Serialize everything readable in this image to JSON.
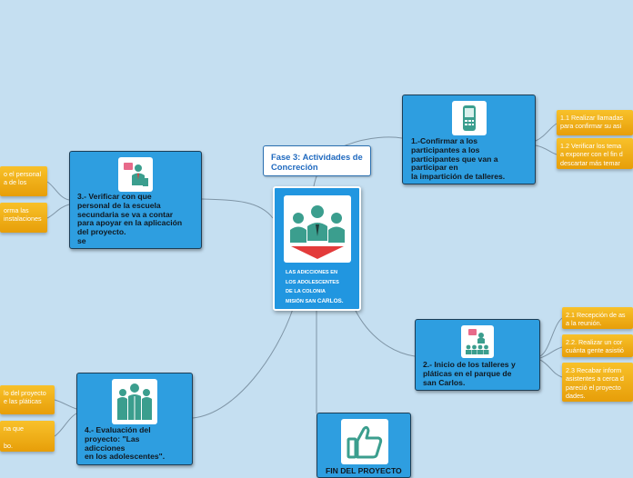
{
  "phase": {
    "title": "Fase 3: Actividades de Concreción"
  },
  "center": {
    "lines": [
      "LAS ADICCIONES EN",
      "LOS ADOLESCENTES",
      "DE LA COLONIA",
      "MISIÓN SAN",
      "CARLOS."
    ]
  },
  "cards": {
    "c1": {
      "lines": [
        "1.-Confirmar a los",
        "participantes a los",
        "participantes que van a",
        "participar en",
        "la impartición de talleres."
      ]
    },
    "c2": {
      "lines": [
        "2.- Inicio de los talleres y",
        "pláticas en el parque de",
        "san Carlos."
      ]
    },
    "c3": {
      "lines": [
        "3.- Verificar con que",
        "personal de la escuela",
        "secundaria se va a contar",
        "para apoyar en la aplicación",
        "del proyecto.",
        "se"
      ]
    },
    "c4": {
      "lines": [
        "4.- Evaluación del",
        "proyecto: \"Las",
        "adicciones",
        "en los adolescentes\"."
      ]
    },
    "end": {
      "lines": [
        "FIN DEL PROYECTO"
      ]
    }
  },
  "notes": {
    "n11": [
      "1.1 Realizar llamadas",
      "para confirmar su asi"
    ],
    "n12": [
      "1.2 Verificar los tema",
      "a exponer con el fin d",
      "descartar más temar"
    ],
    "n21": [
      "2.1 Recepción de as",
      "a la reunión."
    ],
    "n22": [
      "2.2. Realizar un cor",
      "cuánta gente asistió"
    ],
    "n23": [
      "2.3 Recabar inform",
      "asistentes a cerca d",
      "pareció el proyecto",
      "dades."
    ],
    "n31": [
      "o el personal",
      "a de los"
    ],
    "n32": [
      "orma las",
      "instalaciones"
    ],
    "n41": [
      "lo del proyecto",
      "e las pláticas"
    ],
    "n42": [
      "na que",
      "",
      "bo."
    ]
  },
  "colors": {
    "background": "#c5dff1",
    "card": "#2e9ee0",
    "note": "#f2b31c",
    "teal": "#3b9e8e",
    "red": "#e33b3b"
  }
}
